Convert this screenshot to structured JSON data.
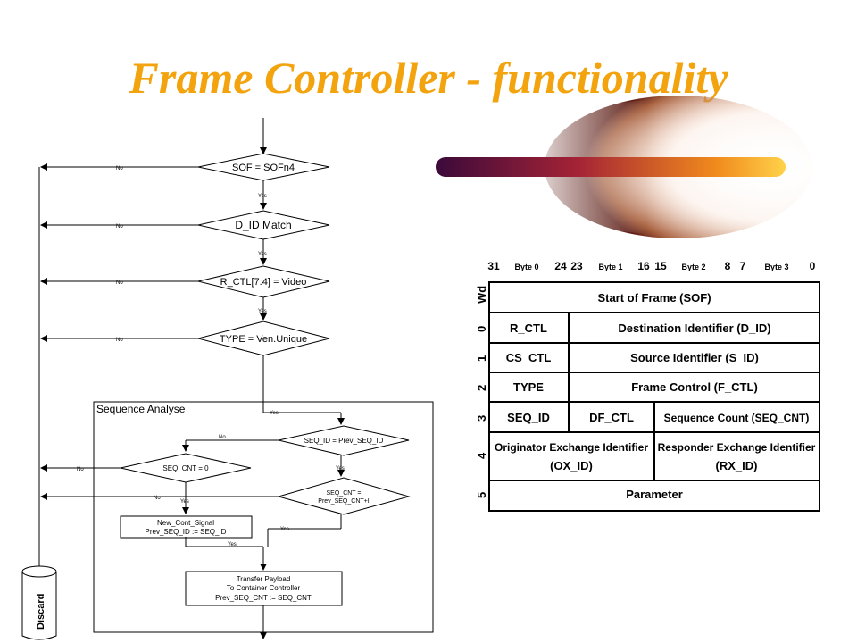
{
  "title": "Frame Controller - functionality",
  "flowchart": {
    "decisions": [
      {
        "label": "SOF = SOFn4"
      },
      {
        "label": "D_ID Match"
      },
      {
        "label": "R_CTL[7:4] = Video"
      },
      {
        "label": "TYPE = Ven.Unique"
      },
      {
        "label": "SEQ_ID = Prev_SEQ_ID"
      },
      {
        "label": "SEQ_CNT = 0"
      },
      {
        "label": "SEQ_CNT =",
        "label2": "Prev_SEQ_CNT+I"
      }
    ],
    "yes_label": "Yes",
    "no_label": "No",
    "sequence_box_title": "Sequence Analyse",
    "process_new_cont": {
      "line1": "New_Cont_Signal",
      "line2": "Prev_SEQ_ID := SEQ_ID"
    },
    "process_transfer": {
      "line1": "Transfer Payload",
      "line2": "To Container Controller",
      "line3": "Prev_SEQ_CNT := SEQ_CNT"
    },
    "discard_label": "Discard"
  },
  "frame_header": {
    "bit_labels": [
      "31",
      "24",
      "23",
      "16",
      "15",
      "8",
      "7",
      "0"
    ],
    "byte_labels": [
      "Byte 0",
      "Byte 1",
      "Byte 2",
      "Byte 3"
    ],
    "wd_label": "Wd",
    "word_numbers": [
      "0",
      "1",
      "2",
      "3",
      "4",
      "5"
    ],
    "start_of_frame": "Start of Frame (SOF)",
    "rows": {
      "r_ctl": "R_CTL",
      "d_id": "Destination Identifier (D_ID)",
      "cs_ctl": "CS_CTL",
      "s_id": "Source Identifier (S_ID)",
      "type": "TYPE",
      "f_ctl": "Frame Control (F_CTL)",
      "seq_id": "SEQ_ID",
      "df_ctl": "DF_CTL",
      "seq_cnt": "Sequence Count (SEQ_CNT)",
      "ox_id_1": "Originator Exchange Identifier",
      "ox_id_2": "(OX_ID)",
      "rx_id_1": "Responder Exchange Identifier",
      "rx_id_2": "(RX_ID)",
      "parameter": "Parameter"
    }
  },
  "colors": {
    "title": "#f2a30e",
    "comet_dark": "#4a0a3a",
    "comet_mid": "#c8352a",
    "comet_light": "#f7b733",
    "ring": "#7a1c1c"
  }
}
